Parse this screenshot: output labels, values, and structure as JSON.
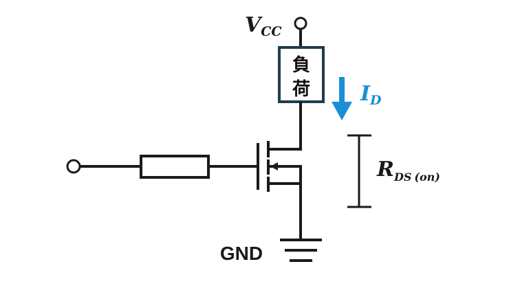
{
  "labels": {
    "vcc_main": "V",
    "vcc_sub": "CC",
    "load_line1": "負",
    "load_line2": "荷",
    "id_main": "I",
    "id_sub": "D",
    "rds_main": "R",
    "rds_sub": "DS",
    "rds_cond": "(on)",
    "gnd": "GND"
  },
  "colors": {
    "wire": "#1a1a1a",
    "load_border": "#1f3d4d",
    "current_arrow": "#1a8fd6"
  }
}
